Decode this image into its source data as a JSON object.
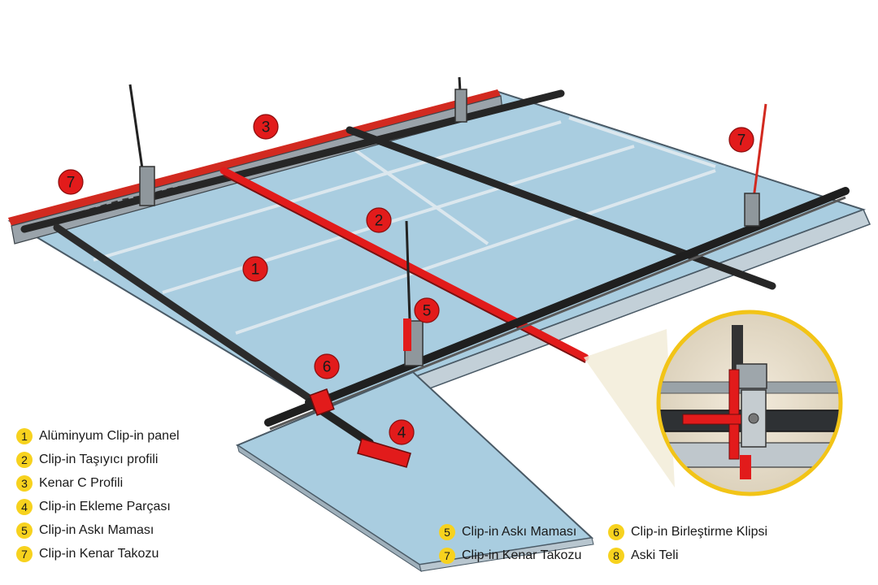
{
  "callouts": [
    "3",
    "7",
    "7",
    "2",
    "1",
    "5",
    "6",
    "4"
  ],
  "legend_left": [
    {
      "num": "1",
      "label": "Alüminyum Clip-in panel"
    },
    {
      "num": "2",
      "label": "Clip-in Taşıyıcı profili"
    },
    {
      "num": "3",
      "label": "Kenar C Profili"
    },
    {
      "num": "4",
      "label": "Clip-in Ekleme Parçası"
    },
    {
      "num": "5",
      "label": "Clip-in Askı Maması"
    },
    {
      "num": "7",
      "label": "Clip-in Kenar Takozu"
    }
  ],
  "legend_right": [
    {
      "num": "5",
      "label": "Clip-in Askı Maması"
    },
    {
      "num": "6",
      "label": "Clip-in Birleştirme Klipsi"
    },
    {
      "num": "7",
      "label": "Clip-in Kenar Takozu"
    },
    {
      "num": "8",
      "label": "Aski Teli"
    }
  ],
  "colors": {
    "panel": "#a9cde0",
    "profile": "#2b2b2b",
    "accent": "#e21b1b",
    "legend_badge": "#f7d21e"
  }
}
